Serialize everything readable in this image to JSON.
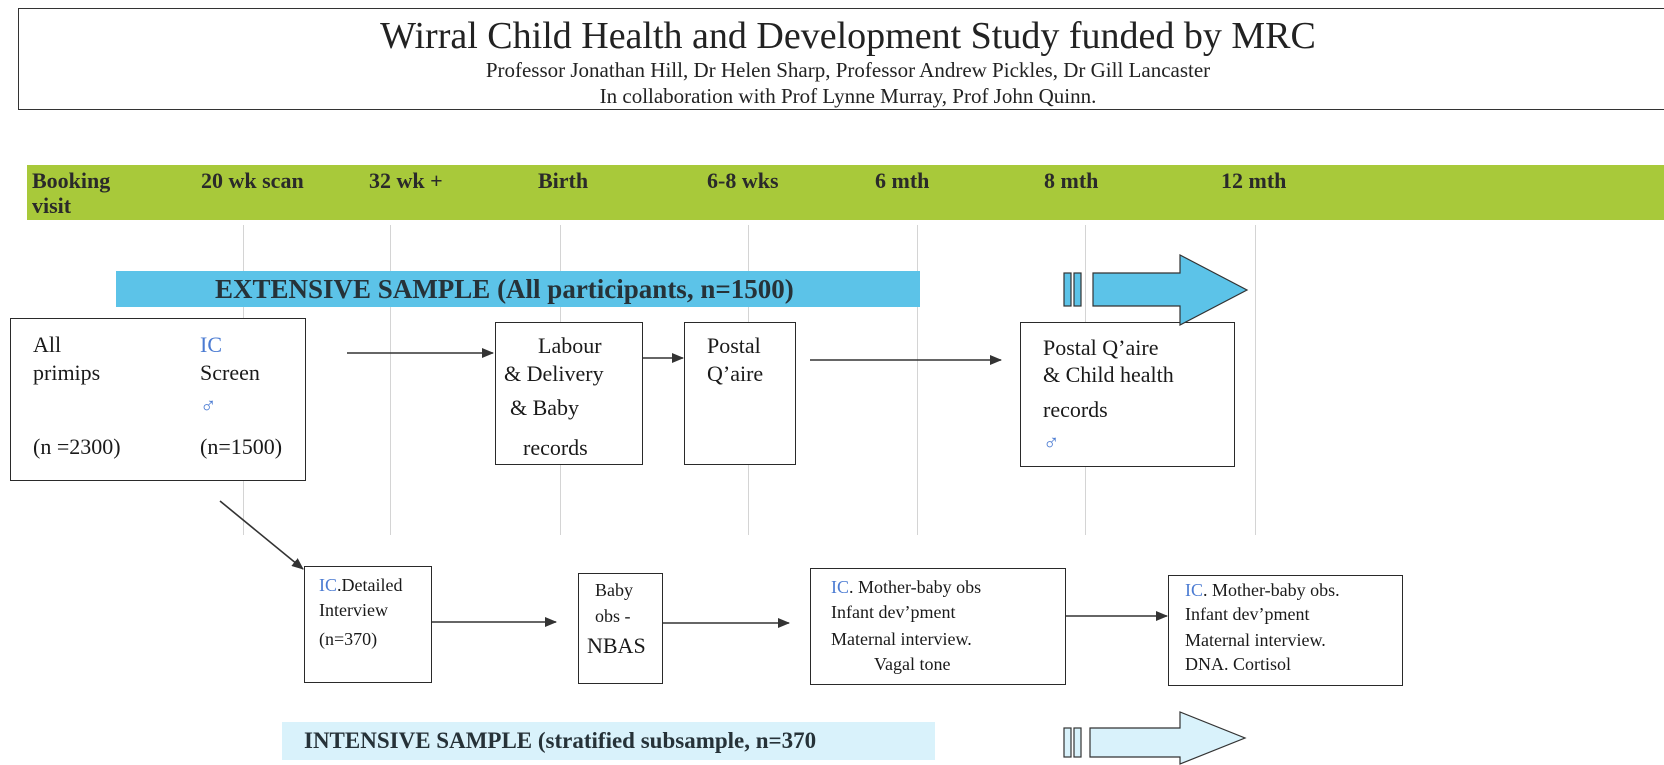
{
  "header": {
    "title": "Wirral Child Health and Development Study funded by MRC",
    "investigators": "Professor Jonathan Hill, Dr Helen Sharp, Professor Andrew Pickles, Dr Gill Lancaster",
    "collaboration": "In collaboration with Prof Lynne Murray, Prof John Quinn."
  },
  "timeline": {
    "booking_line1": "Booking",
    "booking_line2": "visit",
    "scan20": "20 wk scan",
    "wk32": "32 wk +",
    "birth": "Birth",
    "wks68": "6-8 wks",
    "mth6": "6 mth",
    "mth8": "8 mth",
    "mth12": "12 mth"
  },
  "extensive": {
    "label": "EXTENSIVE SAMPLE (All participants, n=1500)"
  },
  "intensive": {
    "label": "INTENSIVE SAMPLE (stratified subsample, n=370"
  },
  "boxes": {
    "screen": {
      "all_line1": "All",
      "all_line2": "primips",
      "n_all": "(n =2300)",
      "ic": "IC",
      "screen": "Screen",
      "symbol": "♂",
      "n_screen": "(n=1500)"
    },
    "labour": {
      "l1": "Labour",
      "l2": "& Delivery",
      "l3": "& Baby",
      "l4": "records"
    },
    "postal": {
      "l1": "Postal",
      "l2": "Q’aire"
    },
    "postal_child": {
      "l1": "Postal Q’aire",
      "l2": "& Child health",
      "l3": "records",
      "symbol": "♂"
    },
    "detailed": {
      "ic": "IC",
      "l1_rest": ".Detailed",
      "l2": "Interview",
      "l3": "(n=370)"
    },
    "baby_obs": {
      "l1": "Baby",
      "l2": "obs -",
      "l3": "NBAS"
    },
    "mb_obs1": {
      "ic": "IC",
      "l1_rest": ". Mother-baby obs",
      "l2": "Infant dev’pment",
      "l3": "Maternal interview.",
      "l4": "Vagal tone"
    },
    "mb_obs2": {
      "ic": "IC",
      "l1_rest": ". Mother-baby obs.",
      "l2": "Infant dev’pment",
      "l3": "Maternal interview.",
      "l4": "DNA. Cortisol"
    }
  },
  "colors": {
    "timeline_bar": "#a8c93a",
    "extensive_banner": "#5cc3e8",
    "extensive_arrow": "#5cc3e8",
    "intensive_banner": "#d9f2fb",
    "intensive_arrow": "#d9f2fb",
    "ic_text": "#4b7bd2"
  }
}
